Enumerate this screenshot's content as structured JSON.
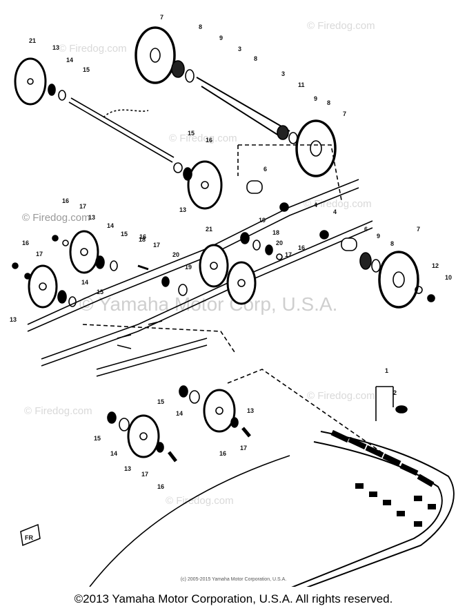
{
  "diagram": {
    "watermarks": [
      {
        "text": "© Firedog.com"
      },
      {
        "text": "© Firedog.com"
      },
      {
        "text": "© Firedog.com"
      },
      {
        "text": "© Firedog.com"
      },
      {
        "text": "© Firedog.com"
      },
      {
        "text": "© Firedog.com"
      },
      {
        "text": "© Firedog.com"
      },
      {
        "text": "© Firedog.com"
      }
    ],
    "center_watermark": "© Yamaha Motor Corp, U.S.A.",
    "fr_badge": "FR",
    "callouts": [
      "7",
      "8",
      "9",
      "3",
      "8",
      "3",
      "11",
      "9",
      "8",
      "7",
      "21",
      "13",
      "14",
      "15",
      "15",
      "16",
      "13",
      "21",
      "6",
      "4",
      "4",
      "6",
      "9",
      "8",
      "7",
      "12",
      "10",
      "16",
      "17",
      "13",
      "14",
      "15",
      "18",
      "16",
      "17",
      "20",
      "19",
      "19",
      "18",
      "20",
      "17",
      "16",
      "16",
      "17",
      "14",
      "15",
      "13",
      "1",
      "2",
      "15",
      "14",
      "13",
      "17",
      "16",
      "15",
      "14",
      "13",
      "17",
      "16"
    ]
  },
  "copyright_small": "(c) 2005-2015 Yamaha Motor Corporation, U.S.A.",
  "footer": "©2013 Yamaha Motor Corporation, U.S.A. All rights reserved."
}
